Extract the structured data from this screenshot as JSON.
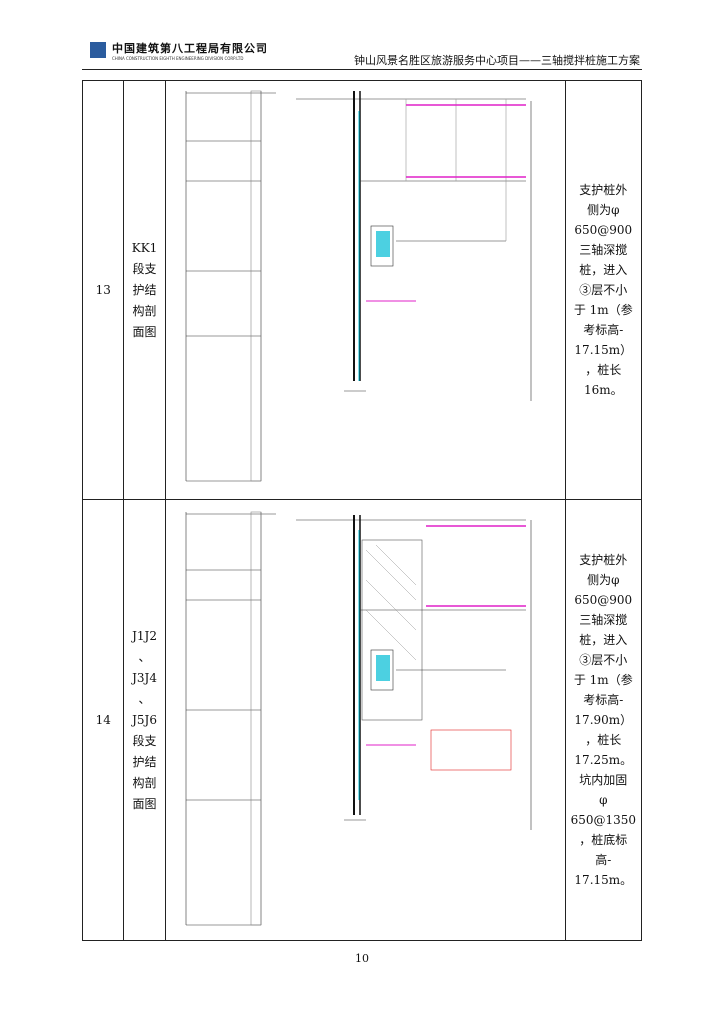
{
  "header": {
    "company_cn": "中国建筑第八工程局有限公司",
    "company_en": "CHINA CONSTRUCTION EIGHTH ENGINEERING DIVISION CORP.LTD",
    "doc_title": "钟山风景名胜区旅游服务中心项目——三轴搅拌桩施工方案"
  },
  "rows": [
    {
      "no": "13",
      "name": "KK1\n段支\n护结\n构剖\n面图",
      "desc": "支护桩外\n侧为φ\n650@900\n三轴深搅\n桩，进入\n③层不小\n于 1m（参\n考标高-\n17.15m）\n，桩长\n16m。"
    },
    {
      "no": "14",
      "name": "J1J2\n、\nJ3J4\n、\nJ5J6\n段支\n护结\n构剖\n面图",
      "desc": "支护桩外\n侧为φ\n650@900\n三轴深搅\n桩，进入\n③层不小\n于 1m（参\n考标高-\n17.90m）\n，桩长\n17.25m。\n坑内加固\nφ\n650@1350\n，桩底标\n高-\n17.15m。"
    }
  ],
  "page_number": "10",
  "colors": {
    "logo": "#2b5c9e",
    "accent_cyan": "#00bcd4",
    "accent_magenta": "#e020c8",
    "accent_red": "#e02020"
  }
}
